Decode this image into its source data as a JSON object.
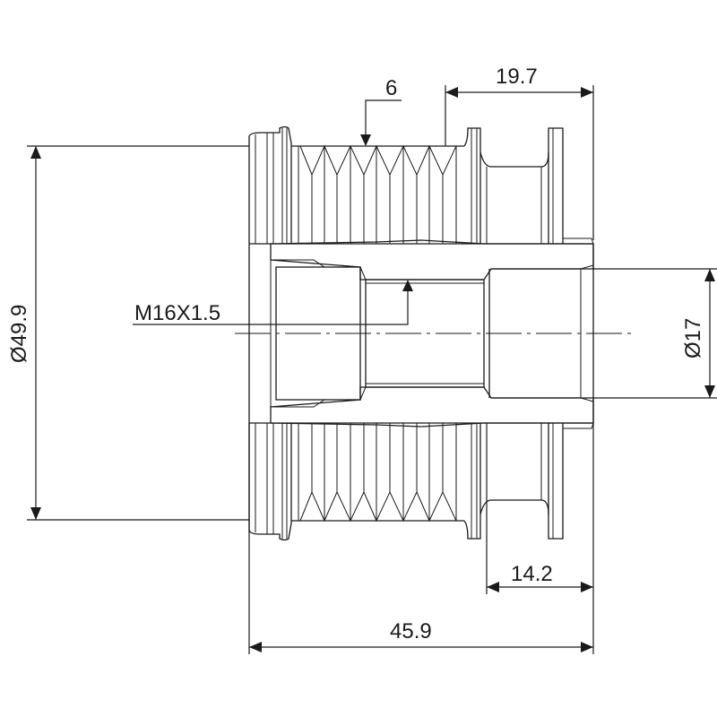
{
  "drawing": {
    "title": "Alternator overrunning pulley technical drawing",
    "colors": {
      "line": "#1a1a1a",
      "background": "#ffffff"
    },
    "dimensions": {
      "groove_count": "6",
      "groove_length": "19.7",
      "outer_diameter": "Ø49.9",
      "thread": "M16X1.5",
      "bore_diameter": "Ø17",
      "hub_length": "14.2",
      "total_length": "45.9"
    }
  }
}
